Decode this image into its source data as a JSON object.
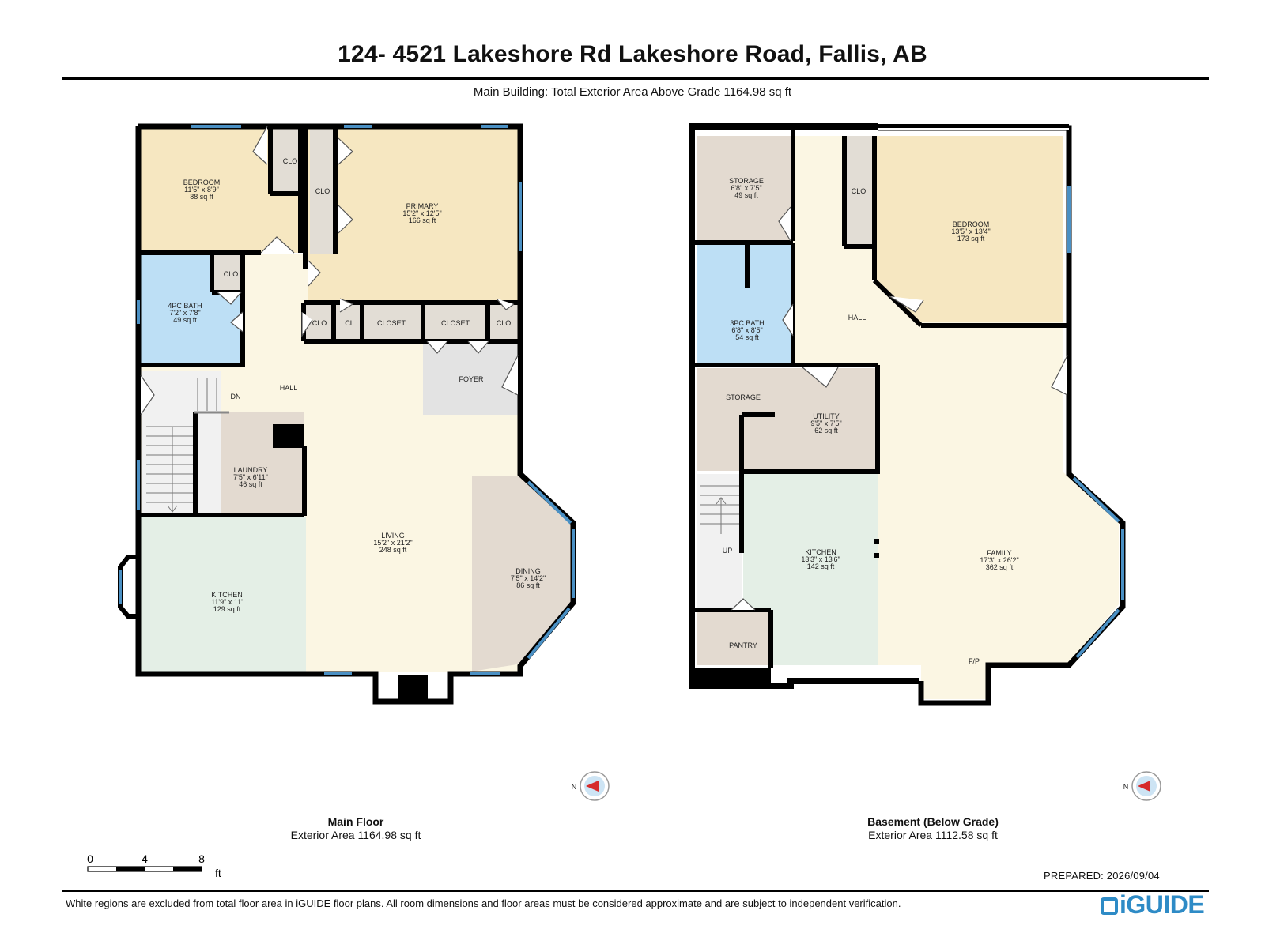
{
  "header": {
    "title": "124- 4521 Lakeshore Rd Lakeshore Road, Fallis, AB",
    "subtitle": "Main Building: Total Exterior Area Above Grade 1164.98 sq ft"
  },
  "main_floor": {
    "caption_title": "Main Floor",
    "caption_area": "Exterior Area 1164.98 sq ft",
    "compass_label": "N",
    "rooms": {
      "bedroom": {
        "name": "BEDROOM",
        "dims": "11'5\" x 8'9\"",
        "area": "88 sq ft"
      },
      "primary": {
        "name": "PRIMARY",
        "dims": "15'2\" x 12'5\"",
        "area": "166 sq ft"
      },
      "bath": {
        "name": "4PC BATH",
        "dims": "7'2\" x 7'8\"",
        "area": "49 sq ft"
      },
      "laundry": {
        "name": "LAUNDRY",
        "dims": "7'5\" x 6'11\"",
        "area": "46 sq ft"
      },
      "living": {
        "name": "LIVING",
        "dims": "15'2\" x 21'2\"",
        "area": "248 sq ft"
      },
      "dining": {
        "name": "DINING",
        "dims": "7'5\" x 14'2\"",
        "area": "86 sq ft"
      },
      "kitchen": {
        "name": "KITCHEN",
        "dims": "11'9\" x 11'",
        "area": "129 sq ft"
      }
    },
    "labels": {
      "clo": "CLO",
      "cl": "CL",
      "closet": "CLOSET",
      "foyer": "FOYER",
      "hall": "HALL",
      "dn": "DN"
    }
  },
  "basement": {
    "caption_title": "Basement (Below Grade)",
    "caption_area": "Exterior Area 1112.58 sq ft",
    "compass_label": "N",
    "rooms": {
      "storage": {
        "name": "STORAGE",
        "dims": "6'8\" x 7'5\"",
        "area": "49 sq ft"
      },
      "bedroom": {
        "name": "BEDROOM",
        "dims": "13'5\" x 13'4\"",
        "area": "173 sq ft"
      },
      "bath": {
        "name": "3PC BATH",
        "dims": "6'8\" x 8'5\"",
        "area": "54 sq ft"
      },
      "utility": {
        "name": "UTILITY",
        "dims": "9'5\" x 7'5\"",
        "area": "62 sq ft"
      },
      "kitchen": {
        "name": "KITCHEN",
        "dims": "13'3\" x 13'6\"",
        "area": "142 sq ft"
      },
      "family": {
        "name": "FAMILY",
        "dims": "17'3\" x 26'2\"",
        "area": "362 sq ft"
      }
    },
    "labels": {
      "clo": "CLO",
      "hall": "HALL",
      "storage2": "STORAGE",
      "up": "UP",
      "pantry": "PANTRY",
      "fp": "F/P"
    }
  },
  "scale_bar": {
    "ticks": [
      "0",
      "4",
      "8"
    ],
    "unit": "ft"
  },
  "footer": {
    "prepared": "PREPARED: 2026/09/04",
    "disclaimer": "White regions are excluded from total floor area in iGUIDE floor plans. All room dimensions and floor areas must be considered approximate and are subject to independent verification.",
    "logo": "iGUIDE"
  },
  "colors": {
    "wall": "#000000",
    "window": "#4a90c4",
    "bedroom_fill": "#f6e7c1",
    "hall_fill": "#fbf6e3",
    "bath_fill": "#bddff5",
    "utility_fill": "#e3dad0",
    "closet_fill": "#e2ddd5",
    "kitchen_fill": "#e4efe6",
    "foyer_fill": "#e3e3e3"
  }
}
